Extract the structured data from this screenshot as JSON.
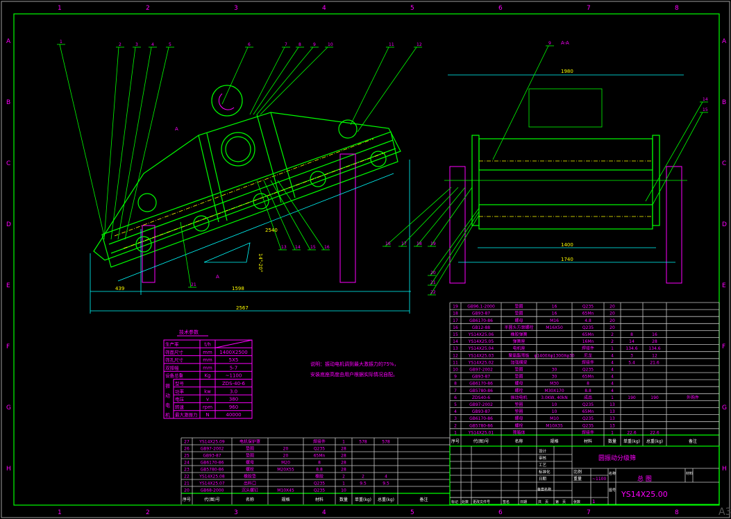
{
  "sheet": {
    "columns": [
      "1",
      "2",
      "3",
      "4",
      "5",
      "6",
      "7",
      "8"
    ],
    "rows": [
      "A",
      "B",
      "C",
      "D",
      "E",
      "F",
      "G",
      "H"
    ],
    "size": "A3"
  },
  "front_view": {
    "section_mark": "A",
    "leaders": [
      "1",
      "2",
      "3",
      "4",
      "5",
      "6",
      "7",
      "8",
      "9",
      "10",
      "11",
      "12",
      "13",
      "14",
      "15",
      "16",
      "21"
    ],
    "dims": {
      "length": "2540",
      "left": "439",
      "middle": "1598",
      "overall": "2567",
      "angle": "14°-20°"
    }
  },
  "side_view": {
    "title": "A-A",
    "leaders": [
      "9",
      "14",
      "15",
      "16",
      "17",
      "18",
      "19",
      "20",
      "21",
      "22"
    ],
    "dims": {
      "width": "1980",
      "inner": "1400",
      "outer": "1740"
    }
  },
  "tech_params": {
    "title": "技术参数",
    "rows": [
      {
        "label": "生产率",
        "unit": "t/h",
        "value": ""
      },
      {
        "label": "筛面尺寸",
        "unit": "mm",
        "value": "1400X2500"
      },
      {
        "label": "筛孔尺寸",
        "unit": "mm",
        "value": "5X5"
      },
      {
        "label": "双振幅",
        "unit": "mm",
        "value": "5-7"
      },
      {
        "label": "设备总重",
        "unit": "Kg",
        "value": "~1100"
      }
    ],
    "motor_group": "振动电机",
    "motor_rows": [
      {
        "label": "型号",
        "unit": "",
        "value": "ZDS-40-6"
      },
      {
        "label": "功率",
        "unit": "kw",
        "value": "3.0"
      },
      {
        "label": "电压",
        "unit": "v",
        "value": "380"
      },
      {
        "label": "转速",
        "unit": "rpm",
        "value": "960"
      },
      {
        "label": "最大激振力",
        "unit": "N",
        "value": "40000"
      }
    ]
  },
  "notes": {
    "line1": "说明：振动电机调到最大激振力的75%，",
    "line2": "安装底座高度由用户根据实际情况自配。"
  },
  "parts_header": [
    "序号",
    "代(图)号",
    "名称",
    "规格",
    "材料",
    "数量",
    "单重(kg)",
    "总重(kg)",
    "备注"
  ],
  "parts_right": [
    [
      "19",
      "GB96.1-2000",
      "垫圈",
      "16",
      "Q235",
      "20",
      "",
      "",
      ""
    ],
    [
      "18",
      "GB93-87",
      "垫圈",
      "16",
      "65Mn",
      "20",
      "",
      "",
      ""
    ],
    [
      "17",
      "GB6170-86",
      "螺母",
      "M16",
      "4.8",
      "20",
      "",
      "",
      ""
    ],
    [
      "16",
      "GB12-88",
      "半圆头方颈螺栓",
      "M16X50",
      "Q235",
      "20",
      "",
      "",
      ""
    ],
    [
      "15",
      "YS14X25.06",
      "橡胶弹簧",
      "",
      "65Mn",
      "2",
      "8",
      "16",
      ""
    ],
    [
      "14",
      "YS14X25.05",
      "弹簧座",
      "",
      "16Mn",
      "2",
      "14",
      "28",
      ""
    ],
    [
      "13",
      "YS14X25.04",
      "电机座",
      "",
      "焊接件",
      "1",
      "134.6",
      "134.6",
      ""
    ],
    [
      "12",
      "YS14X25.03",
      "聚氨酯筛板",
      "φ1400Xφ1300Xφ30",
      "尼龙",
      "4",
      "3",
      "12",
      ""
    ],
    [
      "11",
      "YS14X25.02",
      "加强横梁",
      "",
      "焊接件",
      "4",
      "5.4",
      "21.6",
      ""
    ],
    [
      "10",
      "GB97-2002",
      "垫圈",
      "30",
      "Q235",
      "4",
      "",
      "",
      ""
    ],
    [
      "9",
      "GB93-87",
      "垫圈",
      "30",
      "65Mn",
      "4",
      "",
      "",
      ""
    ],
    [
      "8",
      "GB6170-86",
      "螺母",
      "M30",
      "8",
      "4",
      "",
      "",
      ""
    ],
    [
      "7",
      "GB5780-86",
      "螺栓",
      "M30X170",
      "8.8",
      "4",
      "",
      "",
      ""
    ],
    [
      "6",
      "ZDS40-6",
      "振动电机",
      "3.0KW, 40kN",
      "成品",
      "1",
      "190",
      "190",
      "外购件"
    ],
    [
      "5",
      "GB97-2002",
      "垫圈",
      "10",
      "Q235",
      "13",
      "",
      "",
      ""
    ],
    [
      "4",
      "GB93-87",
      "垫圈",
      "10",
      "65Mn",
      "13",
      "",
      "",
      ""
    ],
    [
      "3",
      "GB6170-86",
      "螺母",
      "M10",
      "Q235",
      "13",
      "",
      "",
      ""
    ],
    [
      "2",
      "GB5780-86",
      "螺栓",
      "M10X35",
      "Q235",
      "13",
      "",
      "",
      ""
    ],
    [
      "1",
      "YS14X25.01",
      "筛箱体",
      "",
      "焊接件",
      "1",
      "22.6",
      "22.6",
      ""
    ]
  ],
  "parts_left": [
    [
      "27",
      "YS14X25.09",
      "电机保护罩",
      "",
      "焊接件",
      "1",
      "578",
      "578",
      ""
    ],
    [
      "26",
      "GB97-2002",
      "垫圈",
      "20",
      "Q235",
      "28",
      "",
      "",
      ""
    ],
    [
      "25",
      "GB93-87",
      "垫圈",
      "20",
      "65Mn",
      "28",
      "",
      "",
      ""
    ],
    [
      "24",
      "GB6170-86",
      "螺母",
      "M20",
      "8",
      "28",
      "",
      "",
      ""
    ],
    [
      "23",
      "GB5780-86",
      "螺栓",
      "M20X55",
      "8.8",
      "28",
      "",
      "",
      ""
    ],
    [
      "22",
      "YS14X25.08",
      "橡胶垫",
      "",
      "橡胶",
      "2",
      "2",
      "4",
      ""
    ],
    [
      "21",
      "YS14X25.07",
      "出料口",
      "",
      "Q235",
      "1",
      "9.5",
      "9.5",
      ""
    ],
    [
      "20",
      "GB68-2000",
      "沉头螺钉",
      "M10X45",
      "Q235",
      "10",
      "",
      "",
      ""
    ]
  ],
  "title_block": {
    "product": "圆振动分级筛",
    "drawing_name": "总 图",
    "drawing_no": "YS14X25.00",
    "sign_rows": [
      "设计",
      "审核",
      "工艺",
      "标准化",
      "日期"
    ],
    "reg_label": "备案名称",
    "scale_label": "比例",
    "weight_label": "重量",
    "weight": "~1100",
    "name_label": "名称",
    "material_label": "材料",
    "no_label": "图号",
    "bottom": [
      "标记",
      "处数",
      "更改文件号",
      "签名",
      "日期",
      "共　页",
      "第　页",
      "张数"
    ],
    "sheets": "1"
  }
}
